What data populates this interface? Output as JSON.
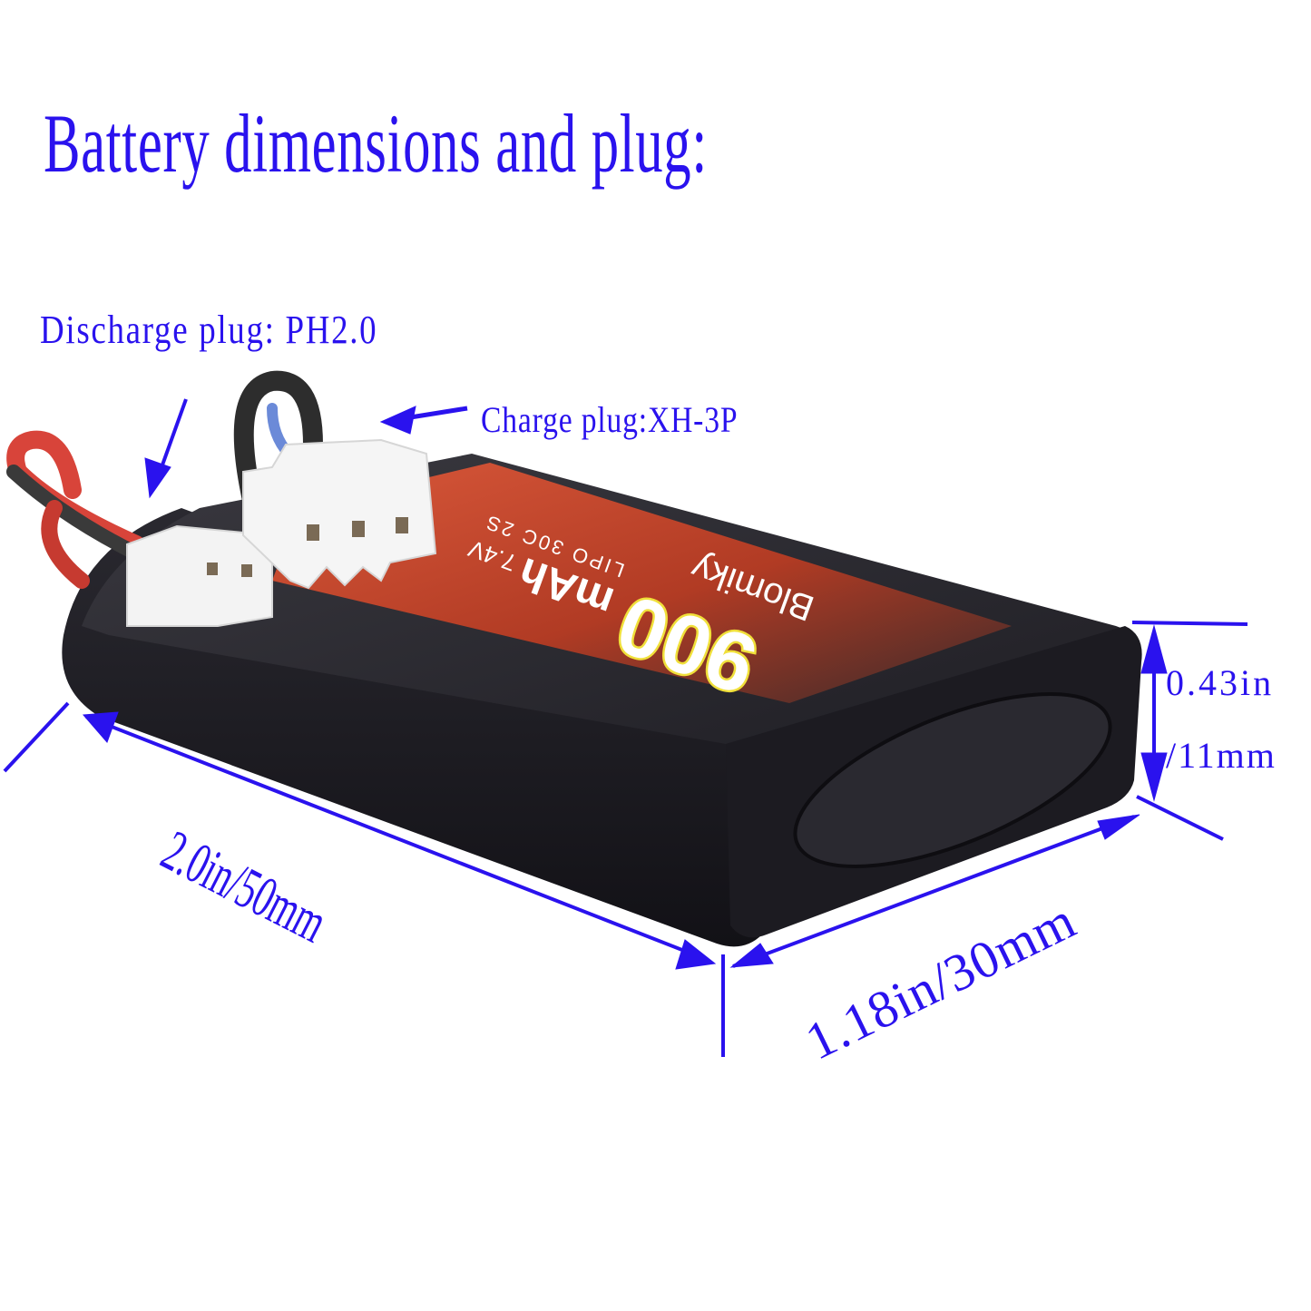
{
  "title": "Battery dimensions and plug:",
  "labels": {
    "discharge_plug": "Discharge plug: PH2.0",
    "charge_plug": "Charge plug:XH-3P",
    "height_in": "0.43in",
    "height_mm": "/11mm",
    "length": "2.0in/50mm",
    "width": "1.18in/30mm"
  },
  "battery_label": {
    "capacity": "900",
    "unit": "mAh",
    "voltage": "7.4V",
    "spec": "LIPO 30C 2S",
    "brand": "Blomiky"
  },
  "colors": {
    "annotation_blue": "#2a12ee",
    "battery_body": "#1b1a1f",
    "label_red": "#c8472b",
    "capacity_yellow": "#f0e03a",
    "connector_white": "#f3f3f3",
    "wire_red": "#d8443a",
    "wire_black": "#2d2d2d"
  }
}
